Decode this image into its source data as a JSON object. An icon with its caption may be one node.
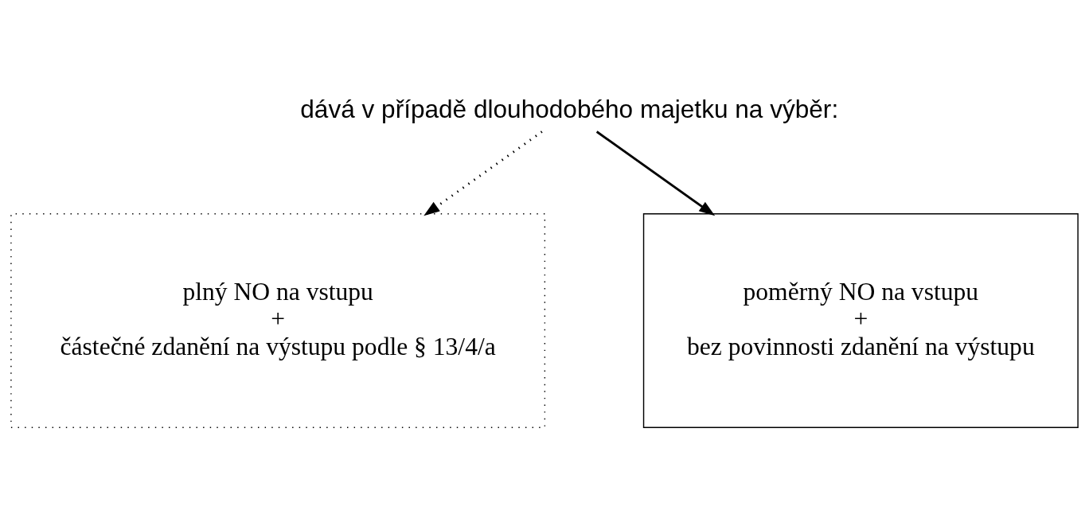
{
  "diagram": {
    "nodes": [
      {
        "text": [
          "dává v případě dlouhodobého majetku na výběr:"
        ]
      },
      {
        "text": [
          "plný NO na vstupu",
          "+",
          "částečné zdanění na výstupu podle § 13/4/a"
        ]
      },
      {
        "text": [
          "poměrný NO na vstupu",
          "+",
          "bez povinnosti zdanění na výstupu"
        ]
      }
    ],
    "edges": [
      {
        "from": 0,
        "to": 1,
        "arrow": "to",
        "style": "dashed"
      },
      {
        "from": 0,
        "to": 2,
        "arrow": "to"
      }
    ]
  }
}
